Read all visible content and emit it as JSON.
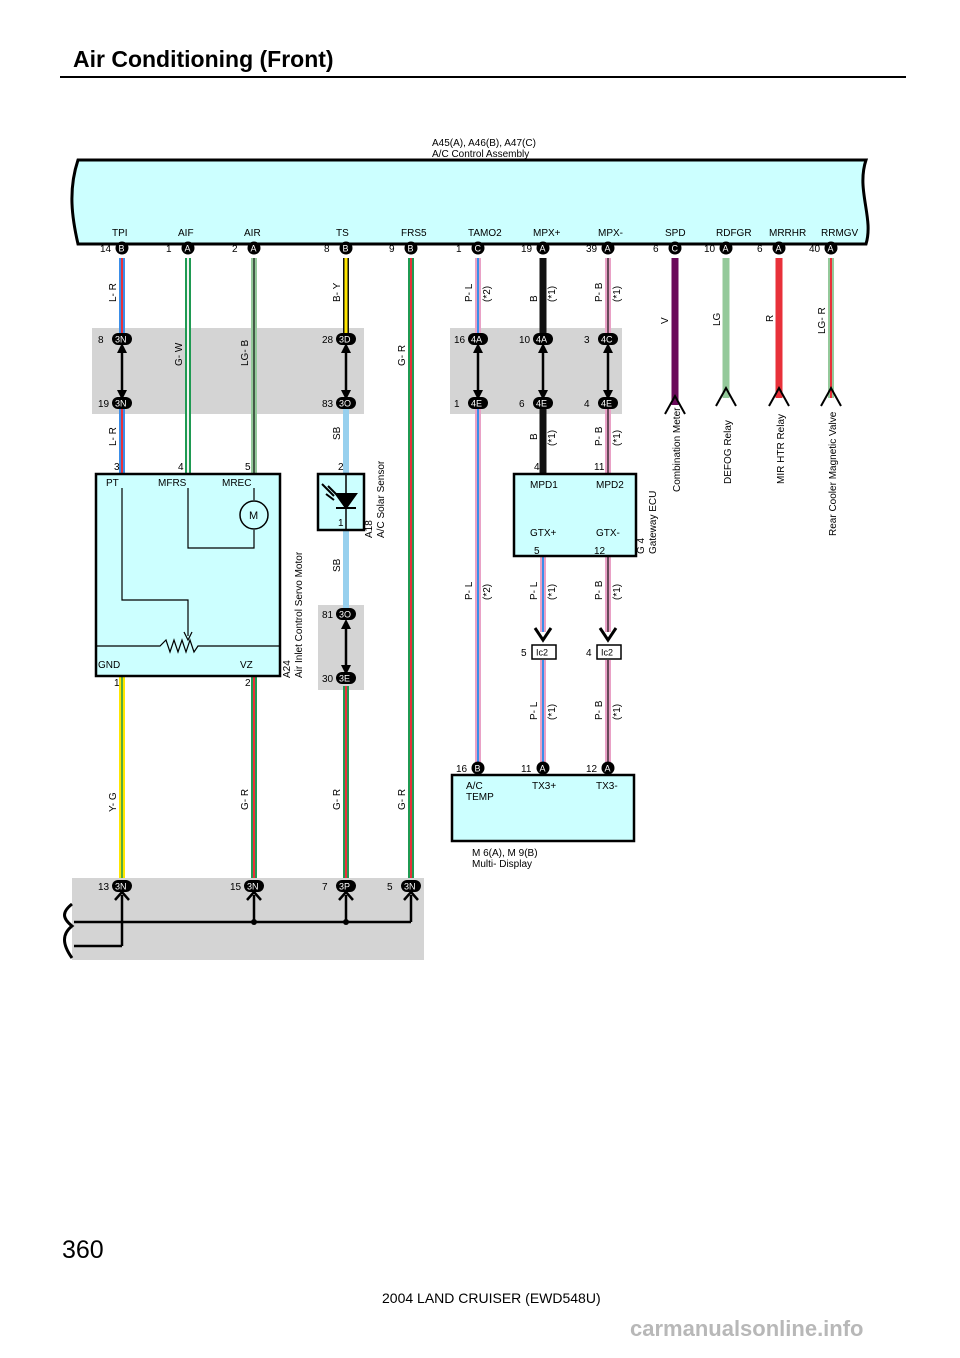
{
  "page": {
    "title": "Air Conditioning (Front)",
    "number": "360",
    "footer": "2004 LAND CRUISER (EWD548U)",
    "watermark": "carmanualsonline.info"
  },
  "colors": {
    "panel": "#ccffff",
    "shade": "#d4d4d4",
    "wire_L": "#3a8ee8",
    "wire_R": "#e8313a",
    "wire_G": "#1f9a52",
    "wire_W": "#f4f4f4",
    "wire_LG": "#94c99a",
    "wire_B": "#111111",
    "wire_Y": "#ffe600",
    "wire_SB": "#97d0ee",
    "wire_P": "#e9a1c6",
    "wire_V": "#6a0a5a"
  },
  "control_assembly": {
    "ids": "A45(A), A46(B), A47(C)",
    "name": "A/C Control Assembly",
    "terminals": [
      {
        "label": "TPI",
        "pin": "14",
        "conn": "B"
      },
      {
        "label": "AIF",
        "pin": "1",
        "conn": "A"
      },
      {
        "label": "AIR",
        "pin": "2",
        "conn": "A"
      },
      {
        "label": "TS",
        "pin": "8",
        "conn": "B"
      },
      {
        "label": "FRS5",
        "pin": "9",
        "conn": "B"
      },
      {
        "label": "TAMO2",
        "pin": "1",
        "conn": "C"
      },
      {
        "label": "MPX+",
        "pin": "19",
        "conn": "A"
      },
      {
        "label": "MPX-",
        "pin": "39",
        "conn": "A"
      },
      {
        "label": "SPD",
        "pin": "6",
        "conn": "C"
      },
      {
        "label": "RDFGR",
        "pin": "10",
        "conn": "A"
      },
      {
        "label": "MRRHR",
        "pin": "6",
        "conn": "A"
      },
      {
        "label": "RRMGV",
        "pin": "40",
        "conn": "A"
      }
    ]
  },
  "wire_labels": {
    "tpi_top": "L- R",
    "aif": "G- W",
    "air": "LG- B",
    "ts": "B- Y",
    "frs5_top": "G- R",
    "tamo2_top": "P- L",
    "tamo2_top_note": "(*2)",
    "mpxp_top": "B",
    "mpxp_top_note": "(*1)",
    "mpxm_top": "P- B",
    "mpxm_top_note": "(*1)",
    "spd": "V",
    "rdfgr": "LG",
    "mrrhr": "R",
    "rrmgv": "LG- R",
    "tpi_mid": "L- R",
    "ts_mid": "SB",
    "mpxp_mid": "B",
    "mpxp_mid_note": "(*1)",
    "mpxm_mid": "P- B",
    "mpxm_mid_note": "(*1)",
    "sb_low": "SB",
    "tamo2_low": "P- L",
    "tamo2_low_note": "(*2)",
    "gtxp": "P- L",
    "gtxp_note": "(*1)",
    "gtxm": "P- B",
    "gtxm_note": "(*1)",
    "tx3p": "P- L",
    "tx3p_note": "(*1)",
    "tx3m": "P- B",
    "tx3m_note": "(*1)",
    "gnd": "Y- G",
    "vz": "G- R",
    "ts_bot": "G- R",
    "frs5_bot": "G- R"
  },
  "connectors": {
    "c1": {
      "pin": "8",
      "id": "3N"
    },
    "c2": {
      "pin": "19",
      "id": "3N"
    },
    "c3": {
      "pin": "28",
      "id": "3D"
    },
    "c4": {
      "pin": "83",
      "id": "3O"
    },
    "c5": {
      "pin": "16",
      "id": "4A"
    },
    "c6": {
      "pin": "1",
      "id": "4E"
    },
    "c7": {
      "pin": "10",
      "id": "4A"
    },
    "c8": {
      "pin": "6",
      "id": "4E"
    },
    "c9": {
      "pin": "3",
      "id": "4C"
    },
    "c10": {
      "pin": "4",
      "id": "4E"
    },
    "c11": {
      "pin": "81",
      "id": "3O"
    },
    "c12": {
      "pin": "30",
      "id": "3E"
    },
    "c13": {
      "pin": "5",
      "id": "Ic2"
    },
    "c14": {
      "pin": "4",
      "id": "Ic2"
    },
    "g1": {
      "pin": "13",
      "id": "3N"
    },
    "g2": {
      "pin": "15",
      "id": "3N"
    },
    "g3": {
      "pin": "7",
      "id": "3P"
    },
    "g4": {
      "pin": "5",
      "id": "3N"
    }
  },
  "servo_motor": {
    "id": "A24",
    "name": "Air Inlet Control Servo Motor",
    "pins": [
      "3",
      "4",
      "5",
      "1",
      "2"
    ],
    "terms": {
      "pt": "PT",
      "mfrs": "MFRS",
      "mrec": "MREC",
      "gnd": "GND",
      "vz": "VZ",
      "motor": "M"
    }
  },
  "solar_sensor": {
    "id": "A18",
    "name": "A/C Solar Sensor",
    "pins": [
      "2",
      "1"
    ]
  },
  "gateway": {
    "id": "G 4",
    "name": "Gateway ECU",
    "pins": {
      "mpd1": "4",
      "mpd2": "11",
      "gtxp": "5",
      "gtxm": "12"
    },
    "terms": {
      "mpd1": "MPD1",
      "mpd2": "MPD2",
      "gtxp": "GTX+",
      "gtxm": "GTX-"
    }
  },
  "multi_display": {
    "ids": "M 6(A), M 9(B)",
    "name": "Multi- Display",
    "terminals": [
      {
        "label": "A/C TEMP",
        "pin": "16",
        "conn": "B"
      },
      {
        "label": "TX3+",
        "pin": "11",
        "conn": "A"
      },
      {
        "label": "TX3-",
        "pin": "12",
        "conn": "A"
      }
    ]
  },
  "destinations": {
    "spd": "Combination Meter",
    "rdfgr": "DEFOG Relay",
    "mrrhr": "MIR HTR Relay",
    "rrmgv": "Rear Cooler Magnetic Valve"
  }
}
